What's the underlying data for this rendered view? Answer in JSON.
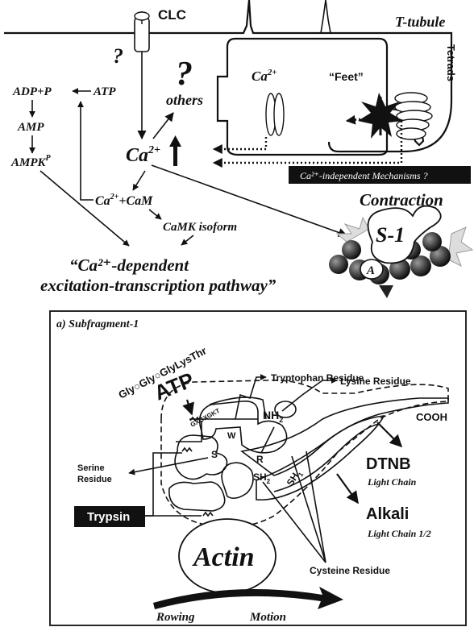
{
  "top": {
    "clc": "CLC",
    "t_tubule": "T-tubule",
    "tetrads": "Tetrads",
    "feet": "“Feet”",
    "ca_in_tubule": "Ca",
    "ca_in_tubule_sup": "2+",
    "q_left": "?",
    "q_big": "?",
    "others": "others",
    "ca_center": "Ca",
    "ca_center_sup": "2+",
    "adp_p": "ADP+P",
    "atp": "ATP",
    "amp": "AMP",
    "ampk": "AMPK",
    "ampk_sup": "P",
    "ca_cam": "Ca",
    "ca_cam_sup": "2+",
    "ca_cam_rest": "+CaM",
    "camk": "CaMK isoform",
    "independent_label": "Ca²⁺-independent Mechanisms ?",
    "contraction": "Contraction",
    "s1": "S-1",
    "a_label": "A",
    "pathway_line1": "“Ca²⁺-dependent",
    "pathway_line2": "excitation-transcription pathway”"
  },
  "bottom": {
    "panel_title": "a) Subfragment-1",
    "gly_seq": "Gly○Gly○GlyLysThr",
    "gxgkt": "GXGXGKT",
    "atp_big": "ATP",
    "w": "W",
    "nh2": "NH",
    "nh2_sub": "2",
    "tryptophan": "Tryptophan Residue",
    "lysine": "Lysine Residue",
    "cooh": "COOH",
    "serine1": "Serine",
    "serine2": "Residue",
    "s": "S",
    "r": "R",
    "sh2": "SH",
    "sh2_sub": "2",
    "sh1": "SH",
    "sh1_sub": "1",
    "trypsin": "Trypsin",
    "dtnb": "DTNB",
    "dtnb_sub": "Light Chain",
    "alkali": "Alkali",
    "alkali_sub": "Light Chain 1/2",
    "actin": "Actin",
    "cysteine": "Cysteine Residue",
    "rowing": "Rowing",
    "motion": "Motion"
  }
}
